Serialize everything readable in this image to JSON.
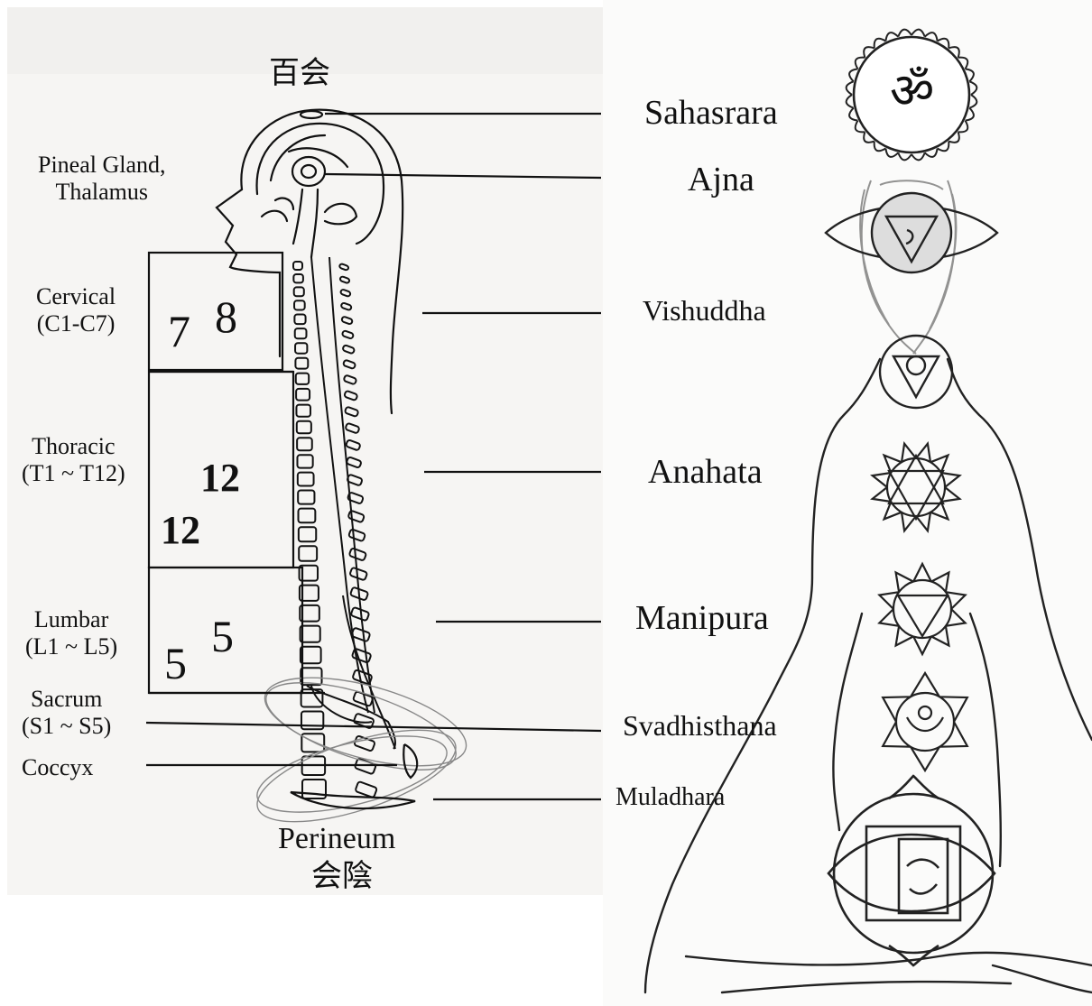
{
  "head_labels": {
    "crown_cjk": "百会",
    "pineal": [
      "Pineal Gland,",
      "Thalamus"
    ]
  },
  "spine_regions": [
    {
      "name": "Cervical",
      "range": "(C1-C7)",
      "counts": [
        "7",
        "8"
      ]
    },
    {
      "name": "Thoracic",
      "range": "(T1 ~ T12)",
      "counts": [
        "12",
        "12"
      ]
    },
    {
      "name": "Lumbar",
      "range": "(L1 ~ L5)",
      "counts": [
        "5",
        "5"
      ]
    }
  ],
  "lower_labels": {
    "sacrum": [
      "Sacrum",
      "(S1 ~ S5)"
    ],
    "coccyx": "Coccyx",
    "perineum": "Perineum",
    "perineum_cjk": "会陰"
  },
  "chakras": [
    "Sahasrara",
    "Ajna",
    "Vishuddha",
    "Anahata",
    "Manipura",
    "Svadhisthana",
    "Muladhara"
  ],
  "crown_symbol": "ॐ",
  "colors": {
    "ink": "#111111",
    "paper": "#f6f5f3",
    "pencil": "#555555"
  }
}
